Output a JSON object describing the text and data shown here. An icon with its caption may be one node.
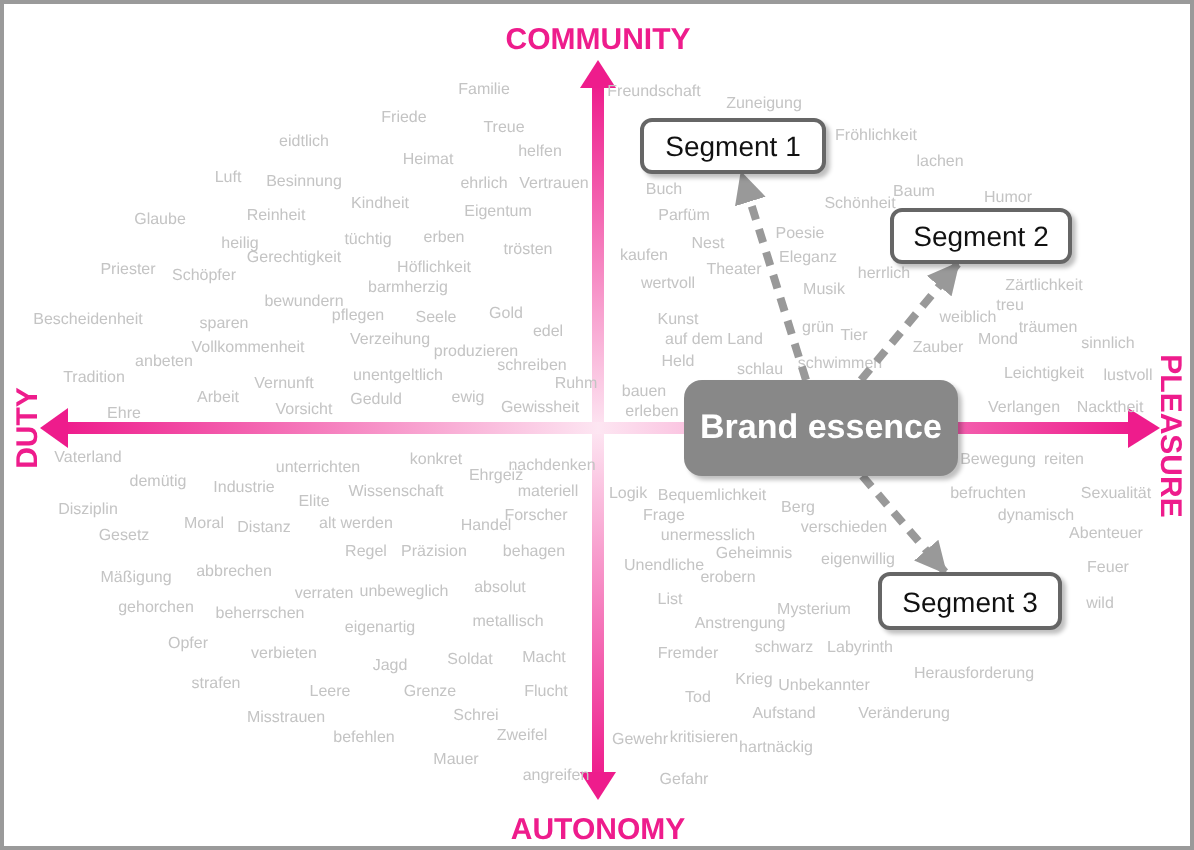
{
  "diagram": {
    "nodes": [
      {
        "text": [
          "Brand essence"
        ]
      },
      {
        "text": [
          "Segment 1"
        ]
      },
      {
        "text": [
          "Segment 2"
        ]
      },
      {
        "text": [
          "Segment 3"
        ]
      }
    ],
    "edges": [
      {
        "from": 0,
        "to": 1,
        "arrow": "to",
        "style": "dashed"
      },
      {
        "from": 0,
        "to": 2,
        "arrow": "to",
        "style": "dashed"
      },
      {
        "from": 0,
        "to": 3,
        "arrow": "to",
        "style": "dashed"
      }
    ],
    "labels": [
      "COMMUNITY",
      "DUTY",
      "PLEASURE",
      "AUTONOMY",
      "Familie",
      "Friede",
      "Treue",
      "eidtlich",
      "Heimat",
      "helfen",
      "Luft",
      "Besinnung",
      "ehrlich",
      "Vertrauen",
      "Kindheit",
      "Glaube",
      "Reinheit",
      "Eigentum",
      "heilig",
      "Gerechtigkeit",
      "tüchtig",
      "erben",
      "trösten",
      "Priester",
      "Schöpfer",
      "Höflichkeit",
      "Freundschaft",
      "Zuneigung",
      "Fröhlichkeit",
      "lachen",
      "Buch",
      "Parfüm",
      "Schönheit",
      "Baum",
      "Humor",
      "Nest",
      "kaufen",
      "Poesie",
      "Eleganz",
      "Theater",
      "herrlich",
      "Bescheidenheit",
      "sparen",
      "bewundern",
      "barmherzig",
      "pflegen",
      "Seele",
      "Gold",
      "edel",
      "Vollkommenheit",
      "Verzeihung",
      "produzieren",
      "anbeten",
      "schreiben",
      "Tradition",
      "Vernunft",
      "unentgeltlich",
      "Ruhm",
      "Arbeit",
      "Geduld",
      "ewig",
      "Gewissheit",
      "Ehre",
      "Vorsicht",
      "Vaterland",
      "unterrichten",
      "konkret",
      "Ehrgeiz",
      "nachdenken",
      "demütig",
      "Industrie",
      "materiell",
      "Elite",
      "Wissenschaft",
      "Disziplin",
      "Forscher",
      "Moral",
      "Distanz",
      "alt werden",
      "Handel",
      "Gesetz",
      "Regel",
      "Präzision",
      "behagen",
      "wertvoll",
      "Musik",
      "weiblich",
      "Zärtlichkeit",
      "treu",
      "Kunst",
      "auf dem Land",
      "grün",
      "Tier",
      "Zauber",
      "Mond",
      "träumen",
      "sinnlich",
      "Held",
      "schlau",
      "schwimmen",
      "Leichtigkeit",
      "lustvoll",
      "bauen",
      "erleben",
      "Verlangen",
      "Nacktheit",
      "Bewegung",
      "reiten",
      "Logik",
      "Bequemlichkeit",
      "Frage",
      "Berg",
      "befruchten",
      "Sexualität",
      "unermesslich",
      "Geheimnis",
      "verschieden",
      "dynamisch",
      "Abenteuer",
      "eigenwillig",
      "Mäßigung",
      "abbrechen",
      "verraten",
      "unbeweglich",
      "absolut",
      "gehorchen",
      "beherrschen",
      "eigenartig",
      "metallisch",
      "Opfer",
      "verbieten",
      "Jagd",
      "Soldat",
      "Macht",
      "strafen",
      "Leere",
      "Grenze",
      "Flucht",
      "Misstrauen",
      "Schrei",
      "befehlen",
      "Zweifel",
      "Mauer",
      "angreifen",
      "Unendliche",
      "erobern",
      "List",
      "Anstrengung",
      "Mysterium",
      "Feuer",
      "wild",
      "Fremder",
      "schwarz",
      "Labyrinth",
      "Krieg",
      "Unbekannter",
      "Herausforderung",
      "Tod",
      "Aufstand",
      "Veränderung",
      "Gewehr",
      "kritisieren",
      "hartnäckig",
      "Gefahr"
    ]
  }
}
